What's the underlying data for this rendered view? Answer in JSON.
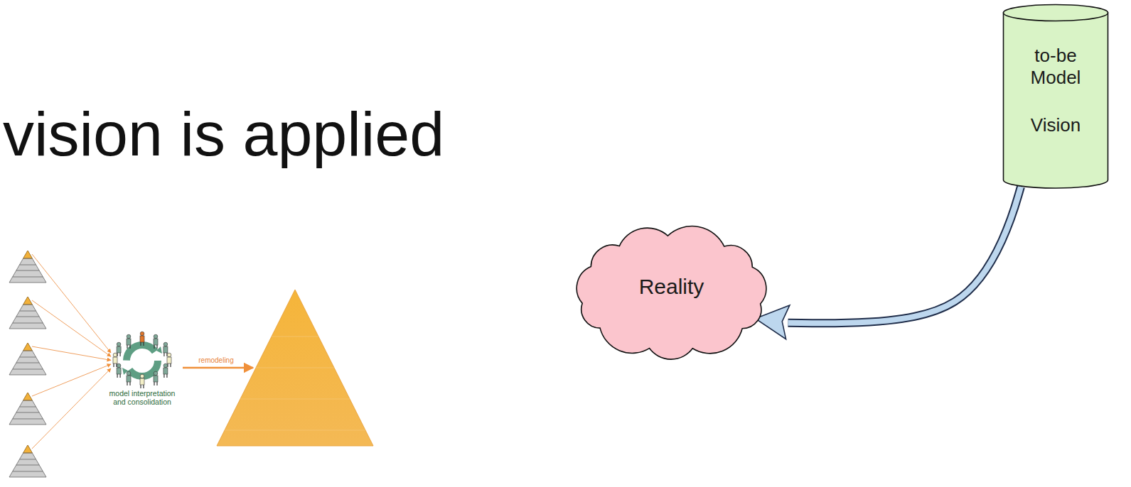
{
  "diagram": {
    "title": "vision is applied",
    "nodes": [
      {
        "text": [
          "Reality"
        ]
      },
      {
        "text": [
          "to-be Model",
          "Vision"
        ]
      }
    ],
    "edges": [
      {
        "from": 1,
        "to": 0,
        "arrow": "to"
      }
    ],
    "labels": [
      "remodeling",
      "model interpretation and consolidation"
    ]
  }
}
